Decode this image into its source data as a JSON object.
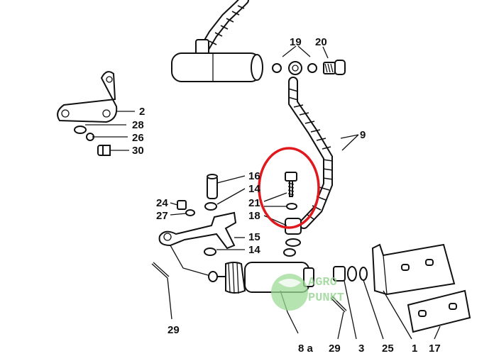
{
  "labels": {
    "l2": "2",
    "l28": "28",
    "l26": "26",
    "l30": "30",
    "l19": "19",
    "l20": "20",
    "l9": "9",
    "l16": "16",
    "l14a": "14",
    "l21": "21",
    "l18": "18",
    "l24": "24",
    "l27": "27",
    "l15": "15",
    "l14b": "14",
    "l29a": "29",
    "l8a": "8 a",
    "l29b": "29",
    "l3": "3",
    "l25": "25",
    "l1": "1",
    "l17": "17"
  },
  "watermark": {
    "line1": "AGRO",
    "line2": "PUNKT"
  },
  "highlight_color": "#e0191f",
  "watermark_color": "#8fd18a"
}
